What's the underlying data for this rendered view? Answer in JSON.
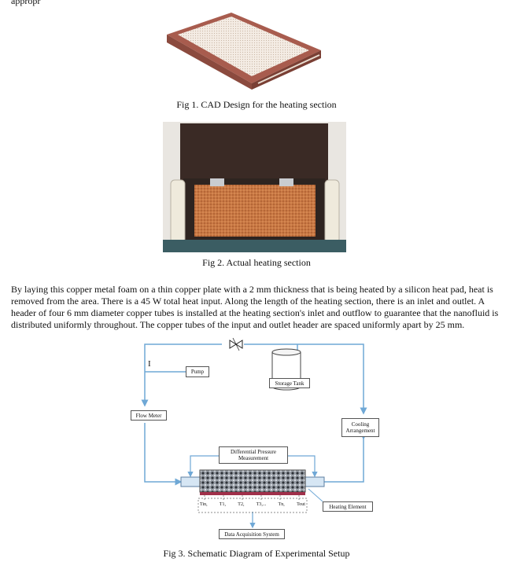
{
  "top_fragment": "appropr",
  "figures": [
    {
      "caption": "Fig 1. CAD Design for the heating section"
    },
    {
      "caption": "Fig 2. Actual heating section"
    },
    {
      "caption": "Fig 3. Schematic Diagram of Experimental Setup"
    }
  ],
  "paragraph": {
    "lines": [
      "By laying this copper metal foam on a thin copper plate with a 2 mm thickness that is being heated by a silicon heat pad, heat is",
      "removed from the area. There is a 45 W total heat input. Along the length of the heating section, there is an inlet and outlet. A",
      "header of four 6 mm diameter copper tubes is installed at the heating section's inlet and outflow to guarantee that the nanofluid is",
      "distributed uniformly throughout. The copper tubes of the input and outlet header are spaced uniformly apart by 25 mm."
    ]
  },
  "schematic": {
    "marker": "I",
    "pump": "Pump",
    "storage_tank": "Storage Tank",
    "flow_meter": "Flow Meter",
    "cooling_1": "Cooling",
    "cooling_2": "Arrangement",
    "dp_1": "Differential Pressure",
    "dp_2": "Measurement",
    "heating_element": "Heating Element",
    "daq": "Data Acquisition System",
    "temps": [
      "Tin,",
      "T1,",
      "T2,",
      "T3,...",
      "Tn,",
      "Tout"
    ]
  },
  "colors": {
    "pipe": "#6fa8d6",
    "frame": "#a85c4e",
    "foam": "#c97844",
    "lid": "#3a2a25"
  }
}
